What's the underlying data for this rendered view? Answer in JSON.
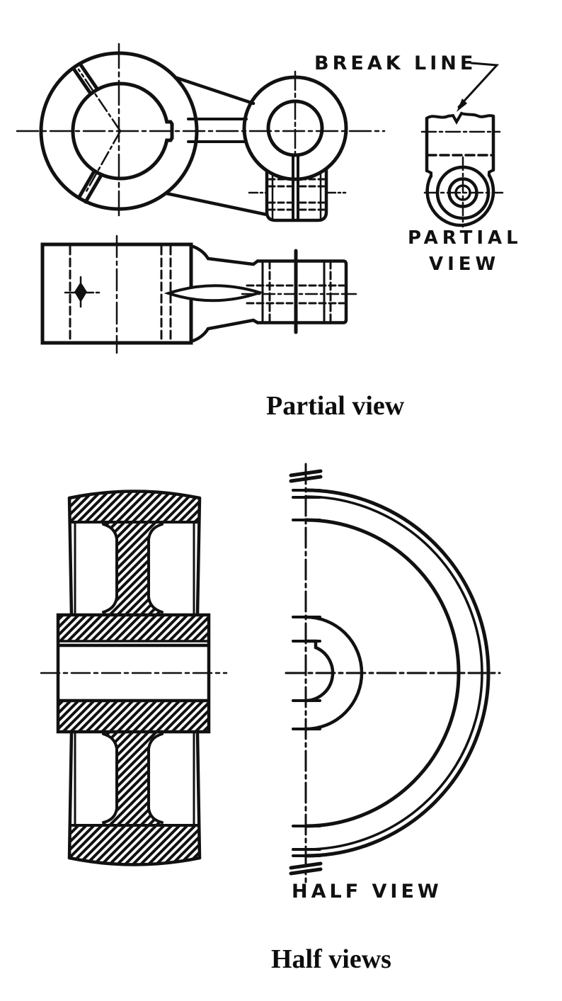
{
  "figure": {
    "ink_color": "#111111",
    "background_color": "#ffffff",
    "annotations": {
      "break_line_label": "BREAK LINE",
      "partial_view_label_line1": "PARTIAL",
      "partial_view_label_line2": "VIEW",
      "half_view_label": "HALF VIEW"
    },
    "captions": {
      "top_example": "Partial view",
      "bottom_example": "Half views"
    }
  }
}
